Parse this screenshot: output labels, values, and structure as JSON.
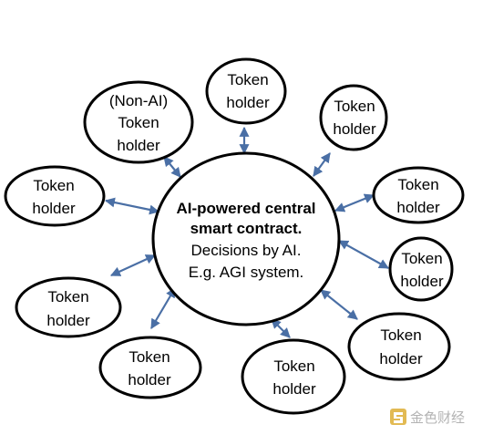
{
  "center": {
    "line1": "AI-powered central",
    "line2": "smart contract.",
    "line3": "Decisions by AI.",
    "line4": "E.g. AGI system."
  },
  "nodes": [
    {
      "id": "top-left",
      "lines": [
        "(Non-AI)",
        "Token",
        "holder"
      ]
    },
    {
      "id": "top",
      "lines": [
        "Token",
        "holder"
      ]
    },
    {
      "id": "top-right",
      "lines": [
        "Token",
        "holder"
      ]
    },
    {
      "id": "left",
      "lines": [
        "Token",
        "holder"
      ]
    },
    {
      "id": "right-upper",
      "lines": [
        "Token",
        "holder"
      ]
    },
    {
      "id": "right-middle",
      "lines": [
        "Token",
        "holder"
      ]
    },
    {
      "id": "left-lower",
      "lines": [
        "Token",
        "holder"
      ]
    },
    {
      "id": "bottom-right",
      "lines": [
        "Token",
        "holder"
      ]
    },
    {
      "id": "bottom-left",
      "lines": [
        "Token",
        "holder"
      ]
    },
    {
      "id": "bottom",
      "lines": [
        "Token",
        "holder"
      ]
    }
  ],
  "watermark": {
    "text": "金色财经"
  },
  "colors": {
    "arrow": "#4a6fa5",
    "outline": "#000000",
    "background": "#ffffff"
  }
}
